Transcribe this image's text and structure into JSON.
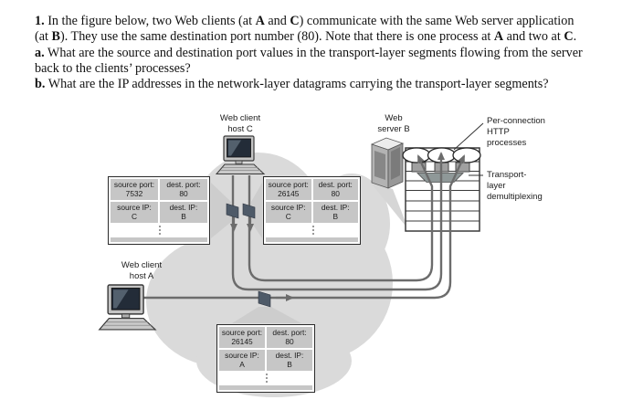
{
  "question": {
    "lines": [
      [
        {
          "t": "1.",
          "b": true
        },
        {
          "t": " In the figure below, two Web clients (at "
        },
        {
          "t": "A",
          "b": true
        },
        {
          "t": " and "
        },
        {
          "t": "C",
          "b": true
        },
        {
          "t": ") communicate with the same Web server application"
        }
      ],
      [
        {
          "t": "(at "
        },
        {
          "t": "B",
          "b": true
        },
        {
          "t": "). They use the same destination port number (80). Note that there is one process at "
        },
        {
          "t": "A",
          "b": true
        },
        {
          "t": " and two at "
        },
        {
          "t": "C",
          "b": true
        },
        {
          "t": "."
        }
      ],
      [
        {
          "t": "a.",
          "b": true
        },
        {
          "t": " What are the source and destination port values in the transport-layer segments flowing from the server"
        }
      ],
      [
        {
          "t": "back to the clients’ processes?"
        }
      ],
      [
        {
          "t": "b.",
          "b": true
        },
        {
          "t": " What are the IP addresses in the network-layer datagrams carrying the transport-layer segments?"
        }
      ]
    ]
  },
  "figure": {
    "labels": {
      "host_c": [
        "Web client",
        "host C"
      ],
      "server_b": [
        "Web",
        "server B"
      ],
      "host_a": [
        "Web client",
        "host A"
      ],
      "per_connection": [
        "Per-connection",
        "HTTP",
        "processes"
      ],
      "transport": [
        "Transport-",
        "layer",
        "demultiplexing"
      ]
    },
    "tables": [
      {
        "source_port_label": "source port:",
        "source_port": "7532",
        "dest_port_label": "dest. port:",
        "dest_port": "80",
        "source_ip_label": "source IP:",
        "source_ip": "C",
        "dest_ip_label": "dest. IP:",
        "dest_ip": "B"
      },
      {
        "source_port_label": "source port:",
        "source_port": "26145",
        "dest_port_label": "dest. port:",
        "dest_port": "80",
        "source_ip_label": "source IP:",
        "source_ip": "C",
        "dest_ip_label": "dest. IP:",
        "dest_ip": "B"
      },
      {
        "source_port_label": "source port:",
        "source_port": "26145",
        "dest_port_label": "dest. port:",
        "dest_port": "80",
        "source_ip_label": "source IP:",
        "source_ip": "A",
        "dest_ip_label": "dest. IP:",
        "dest_ip": "B"
      }
    ],
    "colors": {
      "connection_line": "#6c6c6c",
      "table_cell_gray": "#c6c6c6",
      "cloud_gray": "#dadada",
      "packet_dark": "#4e5a68",
      "socket_gray": "#a0a0a0",
      "demux_gray": "#8f9898",
      "ink": "#1c1c1c"
    }
  }
}
